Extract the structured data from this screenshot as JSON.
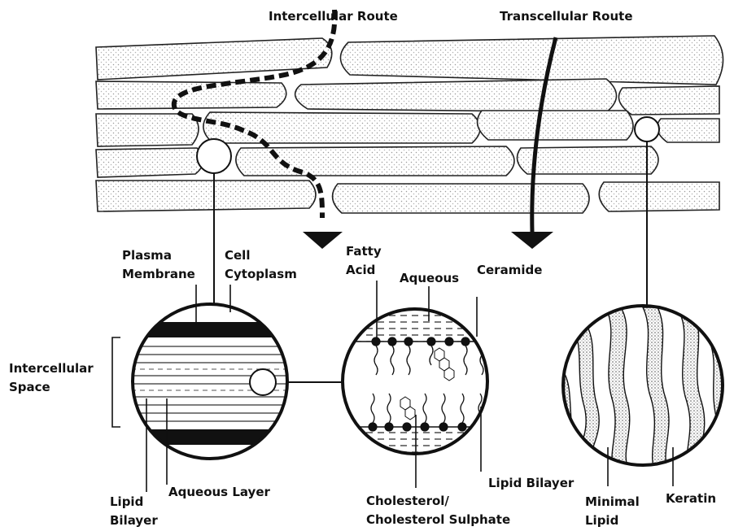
{
  "labels": {
    "intercellular_route": "Intercellular Route",
    "transcellular_route": "Transcellular Route",
    "plasma_membrane": [
      "Plasma",
      "Membrane"
    ],
    "cell_cytoplasm": [
      "Cell",
      "Cytoplasm"
    ],
    "fatty_acid": [
      "Fatty",
      "Acid"
    ],
    "aqueous": "Aqueous",
    "ceramide": "Ceramide",
    "intercellular_space": [
      "Intercellular",
      "Space"
    ],
    "lipid_bilayer_left": [
      "Lipid",
      "Bilayer"
    ],
    "aqueous_layer": "Aqueous Layer",
    "cholesterol": [
      "Cholesterol/",
      "Cholesterol Sulphate"
    ],
    "lipid_bilayer_mid": "Lipid Bilayer",
    "minimal_lipid": [
      "Minimal",
      "Lipid"
    ],
    "keratin": "Keratin"
  }
}
